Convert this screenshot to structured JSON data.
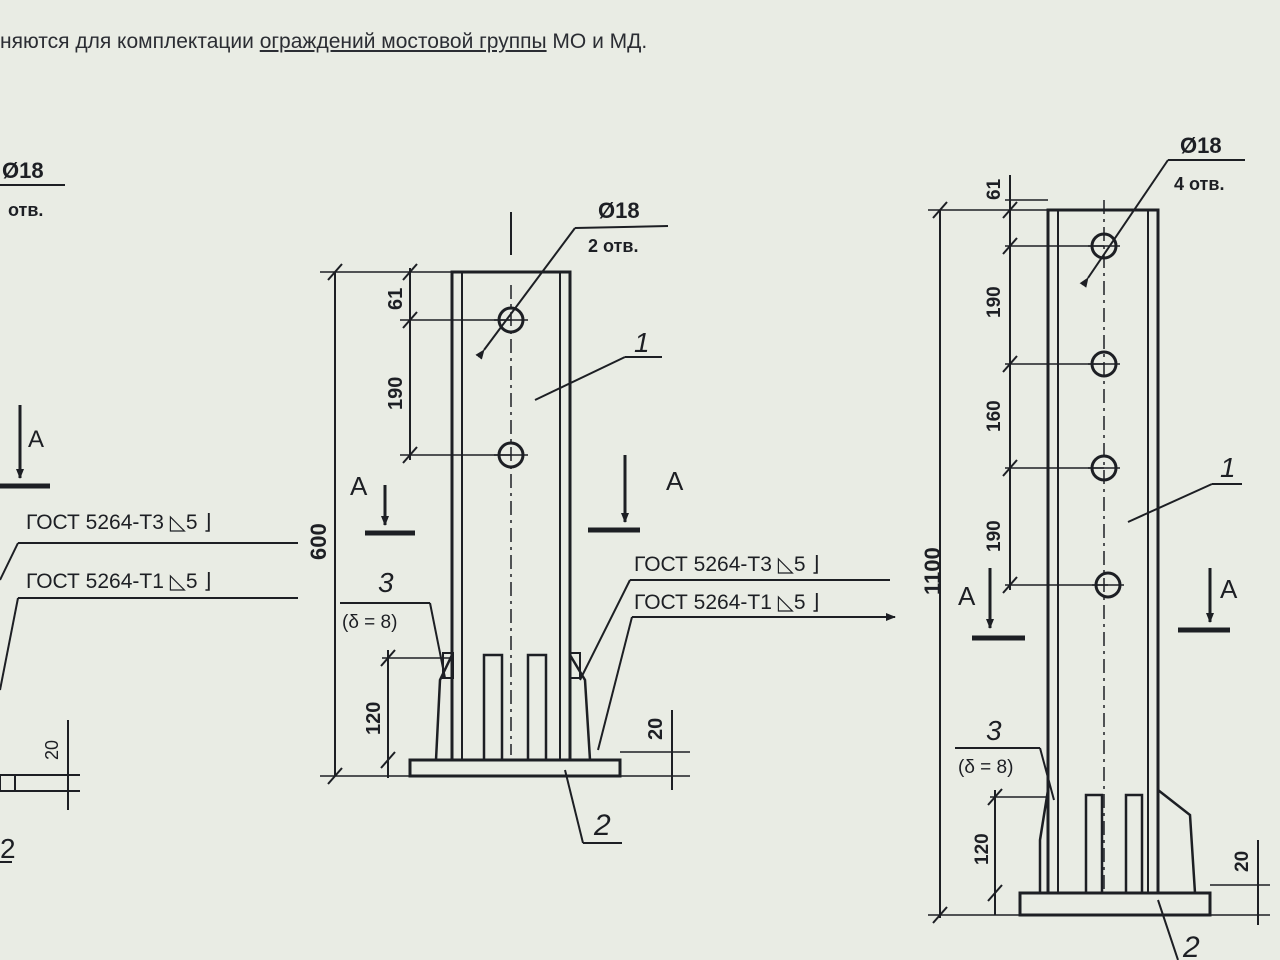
{
  "header": {
    "text_before": "няются для комплектации ",
    "link": "ограждений мостовой группы",
    "text_after": " МО и МД."
  },
  "left_fragment": {
    "hole_dia": "Ø18",
    "holes": "отв.",
    "section": "А",
    "weld_t3": "ГОСТ 5264-Т3 ◺5 ⌋",
    "weld_t1": "ГОСТ 5264-Т1 ◺5 ⌋",
    "dim_20": "20",
    "part_2": "2"
  },
  "post_600": {
    "hole_dia": "Ø18",
    "holes": "2 отв.",
    "dim_61": "61",
    "dim_190": "190",
    "dim_600": "600",
    "dim_120": "120",
    "dim_20": "20",
    "part_1": "1",
    "part_2": "2",
    "part_3": "3",
    "part_3_thickness": "(δ = 8)",
    "section_left": "А",
    "section_right": "А",
    "weld_t3": "ГОСТ 5264-Т3 ◺5 ⌋",
    "weld_t1": "ГОСТ 5264-Т1 ◺5 ⌋"
  },
  "post_1100": {
    "hole_dia": "Ø18",
    "holes": "4 отв.",
    "dim_61": "61",
    "dim_190_top": "190",
    "dim_160": "160",
    "dim_190_bottom": "190",
    "dim_1100": "1100",
    "dim_120": "120",
    "dim_20": "20",
    "part_1": "1",
    "part_2": "2",
    "part_3": "3",
    "part_3_thickness": "(δ = 8)",
    "section_left": "А",
    "section_right": "А"
  }
}
